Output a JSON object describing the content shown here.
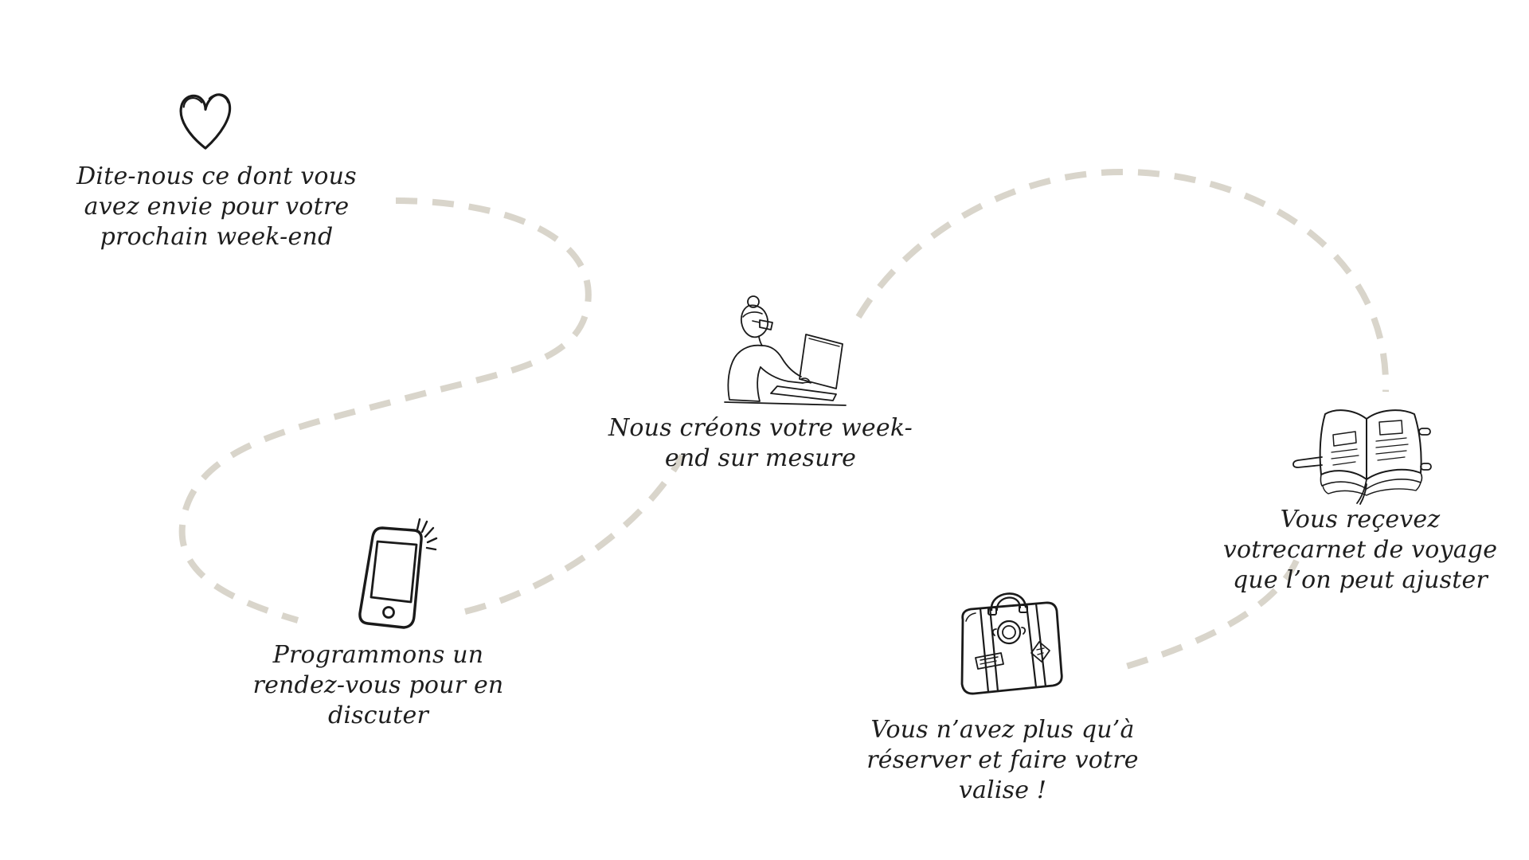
{
  "page": {
    "background_color": "#ffffff",
    "ink_color": "#1e1e1e",
    "language": "fr"
  },
  "route": {
    "style": "dashed",
    "color": "#d9d5cb",
    "segment_count": 4
  },
  "steps": [
    {
      "id": 1,
      "icon": "heart-icon",
      "lines": [
        "Dite-nous ce dont vous",
        "avez envie pour votre",
        "prochain week-end"
      ]
    },
    {
      "id": 2,
      "icon": "phone-icon",
      "lines": [
        "Programmons un",
        "rendez-vous pour en",
        "discuter"
      ]
    },
    {
      "id": 3,
      "icon": "person-laptop-icon",
      "lines": [
        "Nous créons votre week-",
        "end sur mesure"
      ]
    },
    {
      "id": 4,
      "icon": "suitcase-icon",
      "lines": [
        "Vous n’avez plus qu’à",
        "réserver et faire votre",
        "valise !"
      ]
    },
    {
      "id": 5,
      "icon": "travel-journal-icon",
      "lines": [
        "Vous reçevez",
        "votrecarnet de voyage",
        "que l’on peut ajuster"
      ]
    }
  ]
}
